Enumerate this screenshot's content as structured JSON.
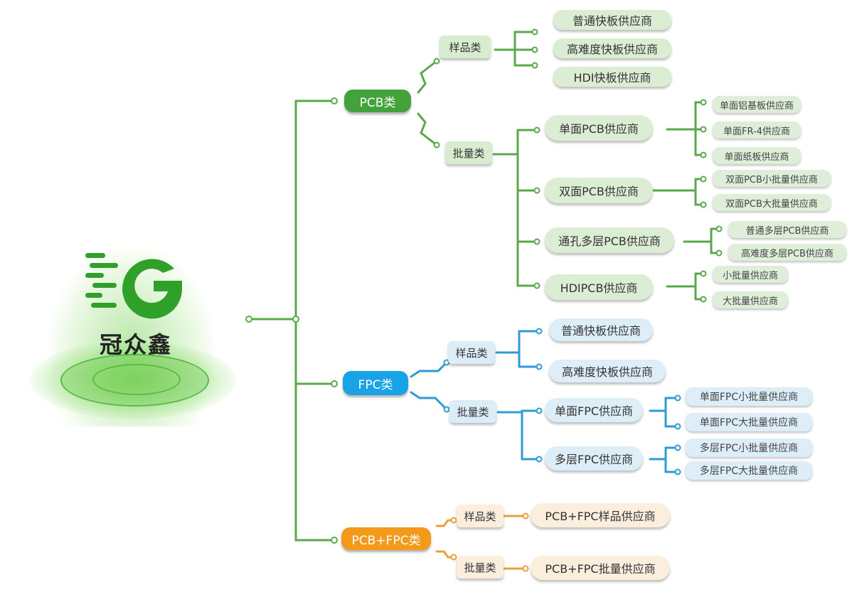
{
  "brand": {
    "name": "冠众鑫",
    "mark_letter": "G"
  },
  "colors": {
    "pcb": "#43a33a",
    "fpc": "#18a3e6",
    "mixed": "#f39a1a"
  },
  "branches": {
    "pcb": {
      "label": "PCB类",
      "sample": {
        "label": "样品类",
        "items": [
          "普通快板供应商",
          "高难度快板供应商",
          "HDI快板供应商"
        ]
      },
      "batch": {
        "label": "批量类",
        "groups": [
          {
            "label": "单面PCB供应商",
            "items": [
              "单面铝基板供应商",
              "单面FR-4供应商",
              "单面纸板供应商"
            ]
          },
          {
            "label": "双面PCB供应商",
            "items": [
              "双面PCB小批量供应商",
              "双面PCB大批量供应商"
            ]
          },
          {
            "label": "通孔多层PCB供应商",
            "items": [
              "普通多层PCB供应商",
              "高难度多层PCB供应商"
            ]
          },
          {
            "label": "HDIPCB供应商",
            "items": [
              "小批量供应商",
              "大批量供应商"
            ]
          }
        ]
      }
    },
    "fpc": {
      "label": "FPC类",
      "sample": {
        "label": "样品类",
        "items": [
          "普通快板供应商",
          "高难度快板供应商"
        ]
      },
      "batch": {
        "label": "批量类",
        "groups": [
          {
            "label": "单面FPC供应商",
            "items": [
              "单面FPC小批量供应商",
              "单面FPC大批量供应商"
            ]
          },
          {
            "label": "多层FPC供应商",
            "items": [
              "多层FPC小批量供应商",
              "多层FPC大批量供应商"
            ]
          }
        ]
      }
    },
    "mixed": {
      "label": "PCB+FPC类",
      "sample": {
        "label": "样品类",
        "item": "PCB+FPC样品供应商"
      },
      "batch": {
        "label": "批量类",
        "item": "PCB+FPC批量供应商"
      }
    }
  }
}
